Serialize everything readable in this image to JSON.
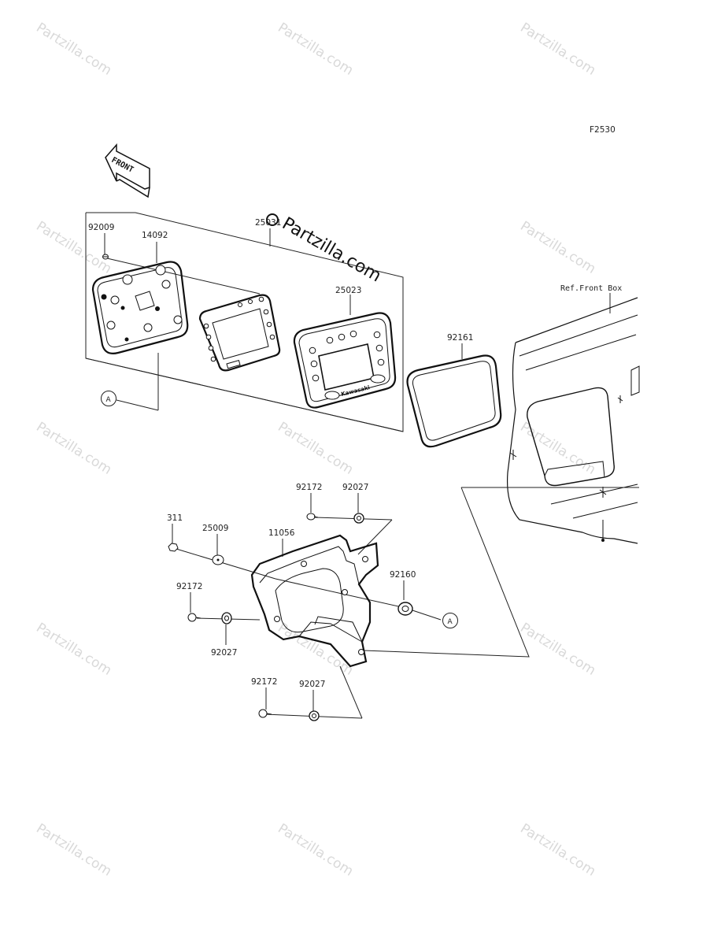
{
  "figure_code": "F2530",
  "front_arrow": "FRONT",
  "watermark_text": "Partzilla.com",
  "reference_label": "Ref.Front Box",
  "ref_callout": "A",
  "parts": {
    "p92009": "92009",
    "p14092": "14092",
    "p25031": "25031",
    "p25023": "25023",
    "p92161": "92161",
    "p92172_top": "92172",
    "p92027_top": "92027",
    "p311": "311",
    "p25009": "25009",
    "p11056": "11056",
    "p92160": "92160",
    "p92172_mid": "92172",
    "p92027_mid": "92027",
    "p92172_bot": "92172",
    "p92027_bot": "92027"
  },
  "meter_brand": "Kawasaki"
}
